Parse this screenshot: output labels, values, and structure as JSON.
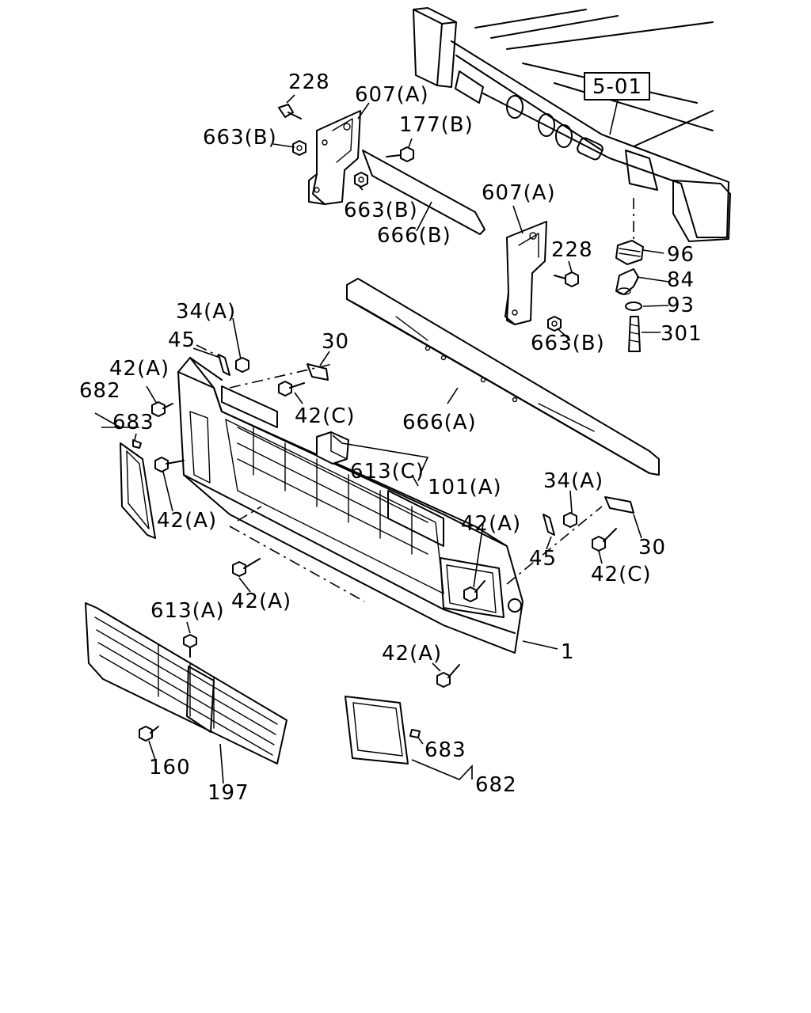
{
  "reference_box": "5-01",
  "labels": {
    "l228_top": "228",
    "l607a_top": "607(A)",
    "l663b_left": "663(B)",
    "l177b": "177(B)",
    "l663b_mid": "663(B)",
    "l666b": "666(B)",
    "l607a_right": "607(A)",
    "l228_right": "228",
    "l663b_right": "663(B)",
    "l96": "96",
    "l84": "84",
    "l93": "93",
    "l301": "301",
    "l34a_left": "34(A)",
    "l45_left": "45",
    "l30_left": "30",
    "l42a_upper": "42(A)",
    "l682_left": "682",
    "l683_left": "683",
    "l42c_upper": "42(C)",
    "l666a": "666(A)",
    "l613c": "613(C)",
    "l101a": "101(A)",
    "l42a_leftmid": "42(A)",
    "l34a_right": "34(A)",
    "l42a_rightmid": "42(A)",
    "l45_right": "45",
    "l30_right": "30",
    "l42c_right": "42(C)",
    "l42a_bottommid": "42(A)",
    "l613a": "613(A)",
    "l1": "1",
    "l42a_lower": "42(A)",
    "l160": "160",
    "l197": "197",
    "l683_right": "683",
    "l682_right": "682"
  }
}
